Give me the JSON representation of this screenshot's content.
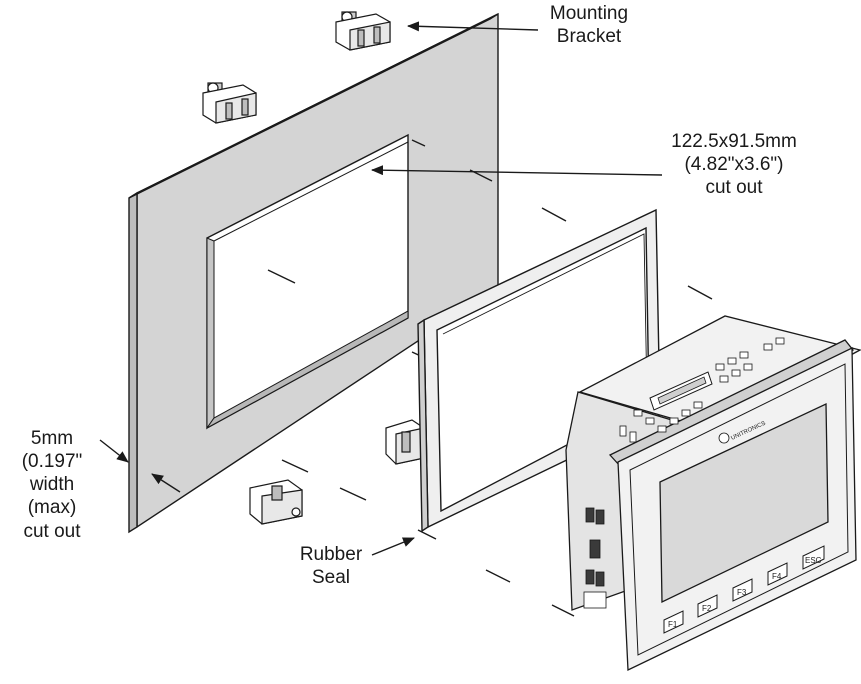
{
  "diagram": {
    "labels": {
      "mounting_bracket": [
        "Mounting",
        "Bracket"
      ],
      "cutout": [
        "122.5x91.5mm",
        "(4.82\"x3.6\")",
        "cut out"
      ],
      "panel_width": [
        "5mm",
        "(0.197\"",
        "width",
        "(max)",
        "cut out"
      ],
      "rubber_seal": [
        "Rubber",
        "Seal"
      ]
    },
    "device": {
      "brand": "UNITRONICS",
      "function_keys": [
        "F1",
        "F2",
        "F3",
        "F4",
        "ESC"
      ]
    },
    "colors": {
      "panel": "#d4d4d4",
      "line": "#1a1a1a",
      "seal": "#efefef",
      "device_body": "#f2f2f2",
      "screen": "#d9d9d9"
    }
  }
}
